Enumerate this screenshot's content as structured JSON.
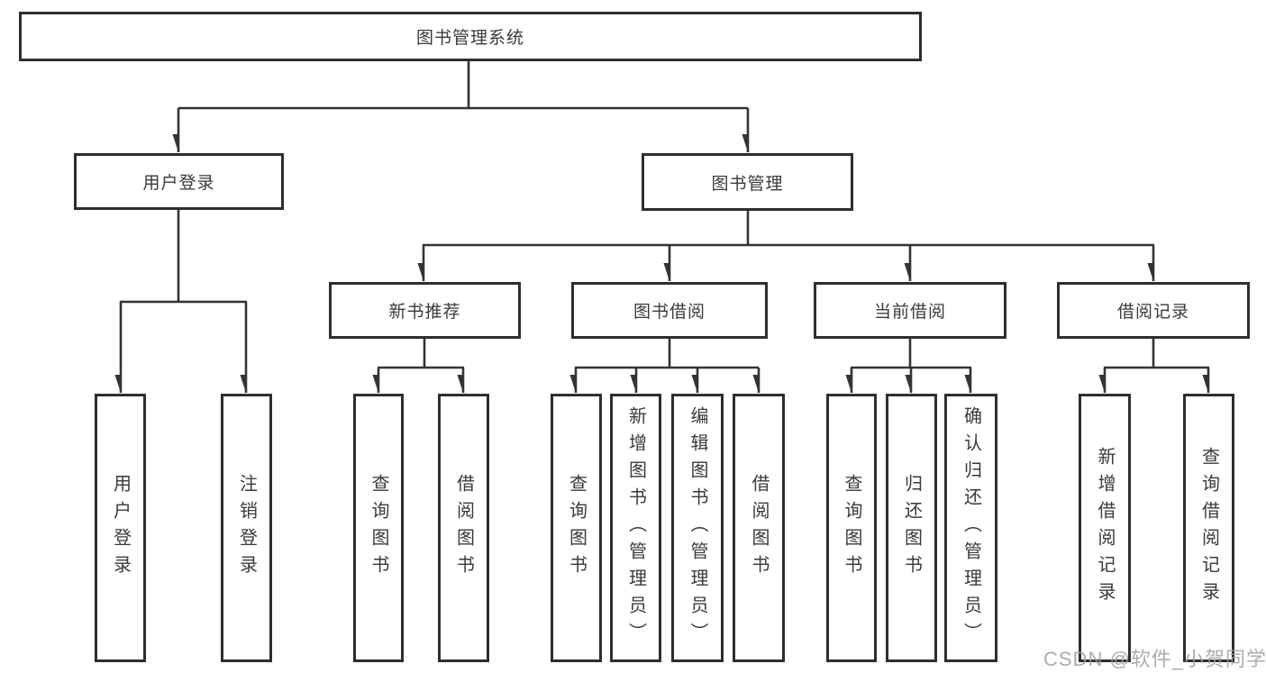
{
  "diagram": {
    "title": "图书管理系统",
    "root": {
      "label": "图书管理系统"
    },
    "level2": [
      {
        "label": "用户登录"
      },
      {
        "label": "图书管理"
      }
    ],
    "level3": [
      {
        "label": "新书推荐"
      },
      {
        "label": "图书借阅"
      },
      {
        "label": "当前借阅"
      },
      {
        "label": "借阅记录"
      }
    ],
    "leaves": [
      {
        "label": "用户登录",
        "parent": "用户登录"
      },
      {
        "label": "注销登录",
        "parent": "用户登录"
      },
      {
        "label": "查询图书",
        "parent": "新书推荐"
      },
      {
        "label": "借阅图书",
        "parent": "新书推荐"
      },
      {
        "label": "查询图书",
        "parent": "图书借阅"
      },
      {
        "label": "新增图书（管理员）",
        "parent": "图书借阅"
      },
      {
        "label": "编辑图书（管理员）",
        "parent": "图书借阅"
      },
      {
        "label": "借阅图书",
        "parent": "图书借阅"
      },
      {
        "label": "查询图书",
        "parent": "当前借阅"
      },
      {
        "label": "归还图书",
        "parent": "当前借阅"
      },
      {
        "label": "确认归还（管理员）",
        "parent": "当前借阅"
      },
      {
        "label": "新增借阅记录",
        "parent": "借阅记录"
      },
      {
        "label": "查询借阅记录",
        "parent": "借阅记录"
      }
    ]
  },
  "watermark": {
    "text": "CSDN @软件_小贺同学"
  },
  "colors": {
    "box_border": "#2e2e2e",
    "connector": "#333333",
    "text": "#3a3a3a",
    "watermark": "#9e9e9e",
    "background": "#ffffff"
  }
}
